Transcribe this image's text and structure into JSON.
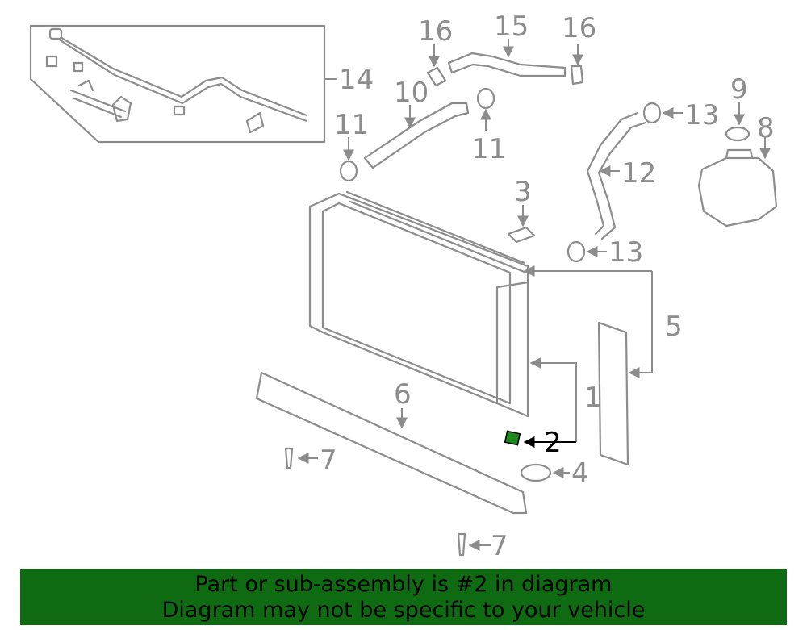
{
  "callouts": {
    "c1": "1",
    "c2": "2",
    "c3": "3",
    "c4": "4",
    "c5": "5",
    "c6": "6",
    "c7a": "7",
    "c7b": "7",
    "c8": "8",
    "c9": "9",
    "c10": "10",
    "c11a": "11",
    "c11b": "11",
    "c12": "12",
    "c13a": "13",
    "c13b": "13",
    "c14": "14",
    "c15": "15",
    "c16a": "16",
    "c16b": "16"
  },
  "highlight": {
    "part": "2",
    "color": "#1c8a1c"
  },
  "banner": {
    "line1": "Part or sub-assembly is #2 in diagram",
    "line2": "Diagram may not be specific to your vehicle",
    "background": "#0f6b12"
  }
}
